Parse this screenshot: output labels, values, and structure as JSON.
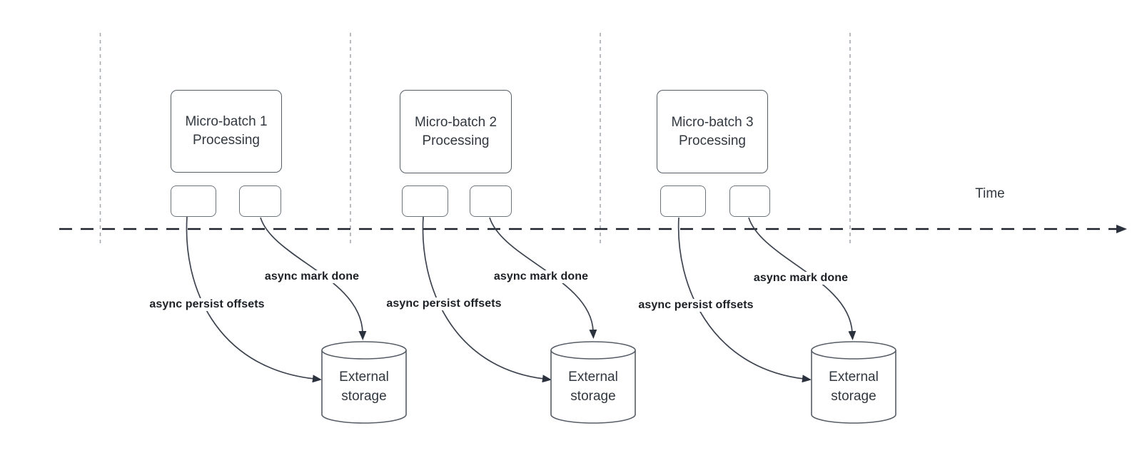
{
  "time_label": "Time",
  "groups": [
    {
      "title_line1": "Micro-batch 1",
      "title_line2": "Processing",
      "persist_label": "async persist offsets",
      "done_label": "async mark done",
      "storage_line1": "External",
      "storage_line2": "storage"
    },
    {
      "title_line1": "Micro-batch 2",
      "title_line2": "Processing",
      "persist_label": "async persist offsets",
      "done_label": "async mark done",
      "storage_line1": "External",
      "storage_line2": "storage"
    },
    {
      "title_line1": "Micro-batch 3",
      "title_line2": "Processing",
      "persist_label": "async persist offsets",
      "done_label": "async mark done",
      "storage_line1": "External",
      "storage_line2": "storage"
    }
  ],
  "colors": {
    "background": "#ffffff",
    "guide": "#a6abb0",
    "timeline": "#1d222c",
    "curve": "#3d4450",
    "arrow": "#2b323e",
    "shape_border": "#565d66",
    "task_border": "#6e747c",
    "shape_text": "#32383f",
    "label_text": "#1c2025"
  }
}
